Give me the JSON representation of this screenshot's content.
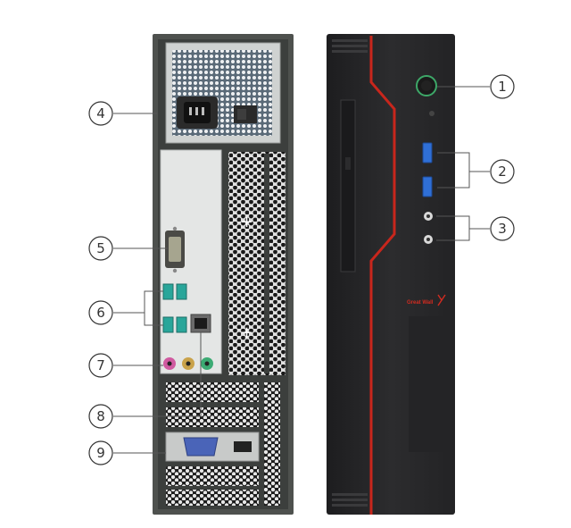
{
  "colors": {
    "chassis_dark": "#2a2a2c",
    "chassis_grey": "#4e514e",
    "panel_light": "#e4e6e5",
    "accent_red": "#c8261c",
    "usb_blue": "#2f6fd6",
    "usb_teal": "#29a69a",
    "audio_pink": "#d05aa0",
    "audio_green": "#3cab74",
    "audio_gold": "#c9a24a",
    "power_ring": "#3da868",
    "leader_line": "#555555"
  },
  "callouts": {
    "c1": "1",
    "c2": "2",
    "c3": "3",
    "c4": "4",
    "c5": "5",
    "c6": "6",
    "c7": "7",
    "c8": "8",
    "c9": "9"
  },
  "front_panel": {
    "brand_text": "Great Wall"
  },
  "icons": {
    "power_button": "power-button-icon",
    "usb": "usb-port-icon",
    "audio": "audio-jack-icon",
    "serial": "serial-port-icon",
    "ethernet": "ethernet-port-icon",
    "vga": "vga-port-icon",
    "ac_inlet": "ac-power-inlet-icon",
    "optical_drive": "optical-drive-icon"
  }
}
